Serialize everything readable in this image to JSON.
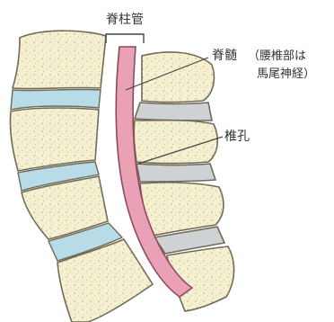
{
  "labels": {
    "spinal_canal": "脊柱管",
    "spinal_cord_line1": "脊髄",
    "spinal_cord_paren": "（腰椎部は",
    "spinal_cord_line2": "馬尾神経）",
    "foramen": "椎孔"
  },
  "colors": {
    "bone_fill": "#f6f0d2",
    "bone_outline": "#6f6a55",
    "bone_speckle": "#b8a878",
    "disc_fill": "#b8dbe8",
    "posterior_disc_fill": "#cfd2d4",
    "spinal_cord_fill": "#eaa1b6",
    "spinal_cord_outline": "#8a4a5c",
    "leader_line": "#444444"
  }
}
